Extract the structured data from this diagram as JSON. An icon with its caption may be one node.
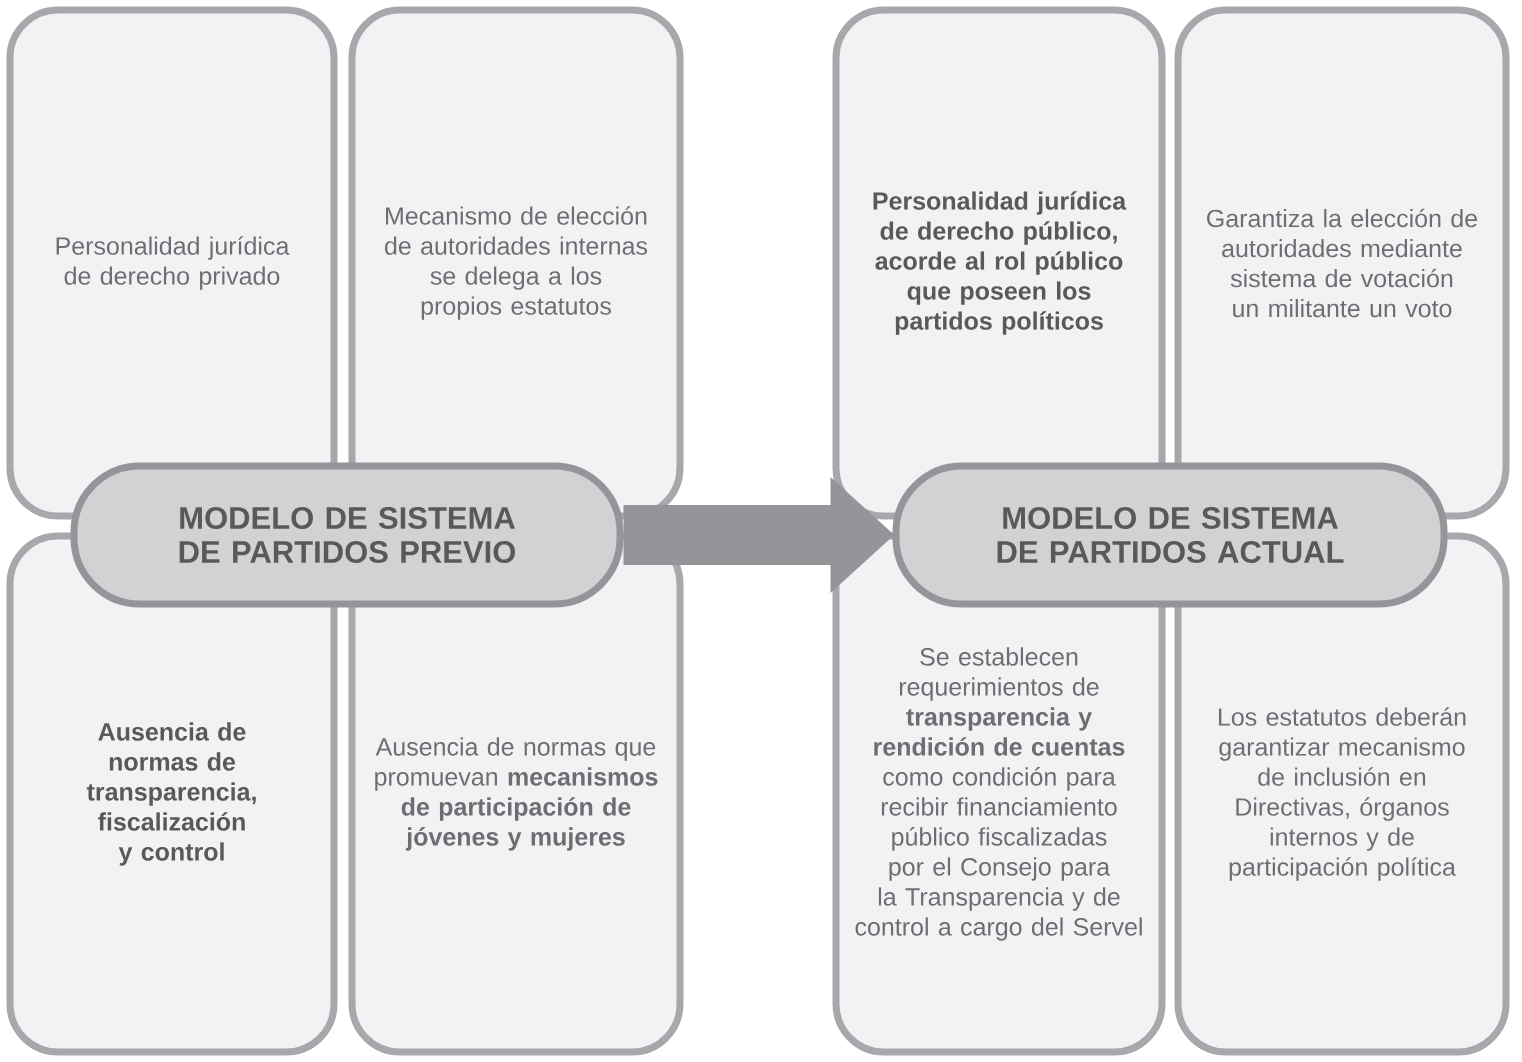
{
  "diagram": {
    "nodes": [
      {
        "text": [
          "Personalidad jurídica de derecho privado"
        ]
      },
      {
        "text": [
          "Mecanismo de elección de autoridades internas se delega a los propios estatutos"
        ]
      },
      {
        "text": [
          "MODELO DE SISTEMA DE PARTIDOS PREVIO"
        ]
      },
      {
        "text": [
          "Ausencia de normas de transparencia, fiscalización y control"
        ]
      },
      {
        "text": [
          "Ausencia de normas que promuevan **mecanismos de participación de jóvenes y mujeres**"
        ]
      },
      {
        "text": [
          "Personalidad jurídica de derecho público, acorde al rol público que poseen los partidos políticos"
        ]
      },
      {
        "text": [
          "Garantiza la elección de autoridades mediante sistema de votación un militante un voto"
        ]
      },
      {
        "text": [
          "MODELO DE SISTEMA DE PARTIDOS ACTUAL"
        ]
      },
      {
        "text": [
          "Se establecen requerimientos de **transparencia y rendición de cuentas** como condición para recibir financiamiento público fiscalizadas por el Consejo para la Transparencia y de control a cargo del Servel"
        ]
      },
      {
        "text": [
          "Los estatutos deberán garantizar mecanismo de inclusión en Directivas, órganos internos y de participación política"
        ]
      }
    ],
    "edges": [
      {
        "from": 2,
        "to": 7,
        "arrow": "to"
      }
    ]
  }
}
